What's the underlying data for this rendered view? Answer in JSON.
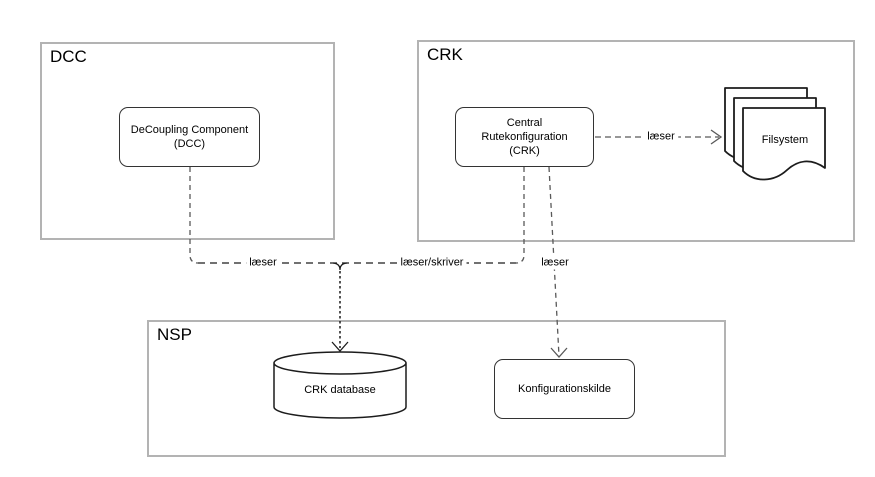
{
  "diagram": {
    "containers": [
      {
        "id": "dcc",
        "label": "DCC"
      },
      {
        "id": "crk",
        "label": "CRK"
      },
      {
        "id": "nsp",
        "label": "NSP"
      }
    ],
    "nodes": [
      {
        "id": "dcc-component",
        "type": "rounded-rect",
        "lines": [
          "DeCoupling Component",
          "(DCC)"
        ]
      },
      {
        "id": "crk-component",
        "type": "rounded-rect",
        "lines": [
          "Central",
          "Rutekonfiguration",
          "(CRK)"
        ]
      },
      {
        "id": "filsystem",
        "type": "multi-document",
        "lines": [
          "Filsystem"
        ]
      },
      {
        "id": "crk-database",
        "type": "database-cylinder",
        "lines": [
          "CRK database"
        ]
      },
      {
        "id": "konfigurationskilde",
        "type": "rounded-rect",
        "lines": [
          "Konfigurationskilde"
        ]
      }
    ],
    "edges": [
      {
        "from": "DeCoupling Component (DCC)",
        "to": "CRK database",
        "label": "læser",
        "style": "dashed-arrow"
      },
      {
        "from": "Central Rutekonfiguration (CRK)",
        "to": "CRK database",
        "label": "læser/skriver",
        "style": "dashed-arrow"
      },
      {
        "from": "Central Rutekonfiguration (CRK)",
        "to": "Konfigurationskilde",
        "label": "læser",
        "style": "dashed-arrow"
      },
      {
        "from": "Central Rutekonfiguration (CRK)",
        "to": "Filsystem",
        "label": "læser",
        "style": "dashed-arrow"
      }
    ]
  },
  "colors": {
    "background": "#ffffff",
    "container_border": "#b3b3b3",
    "node_border": "#333333",
    "connector_gray": "#595959",
    "connector_dark": "#1c1c1c",
    "text": "#000000"
  }
}
